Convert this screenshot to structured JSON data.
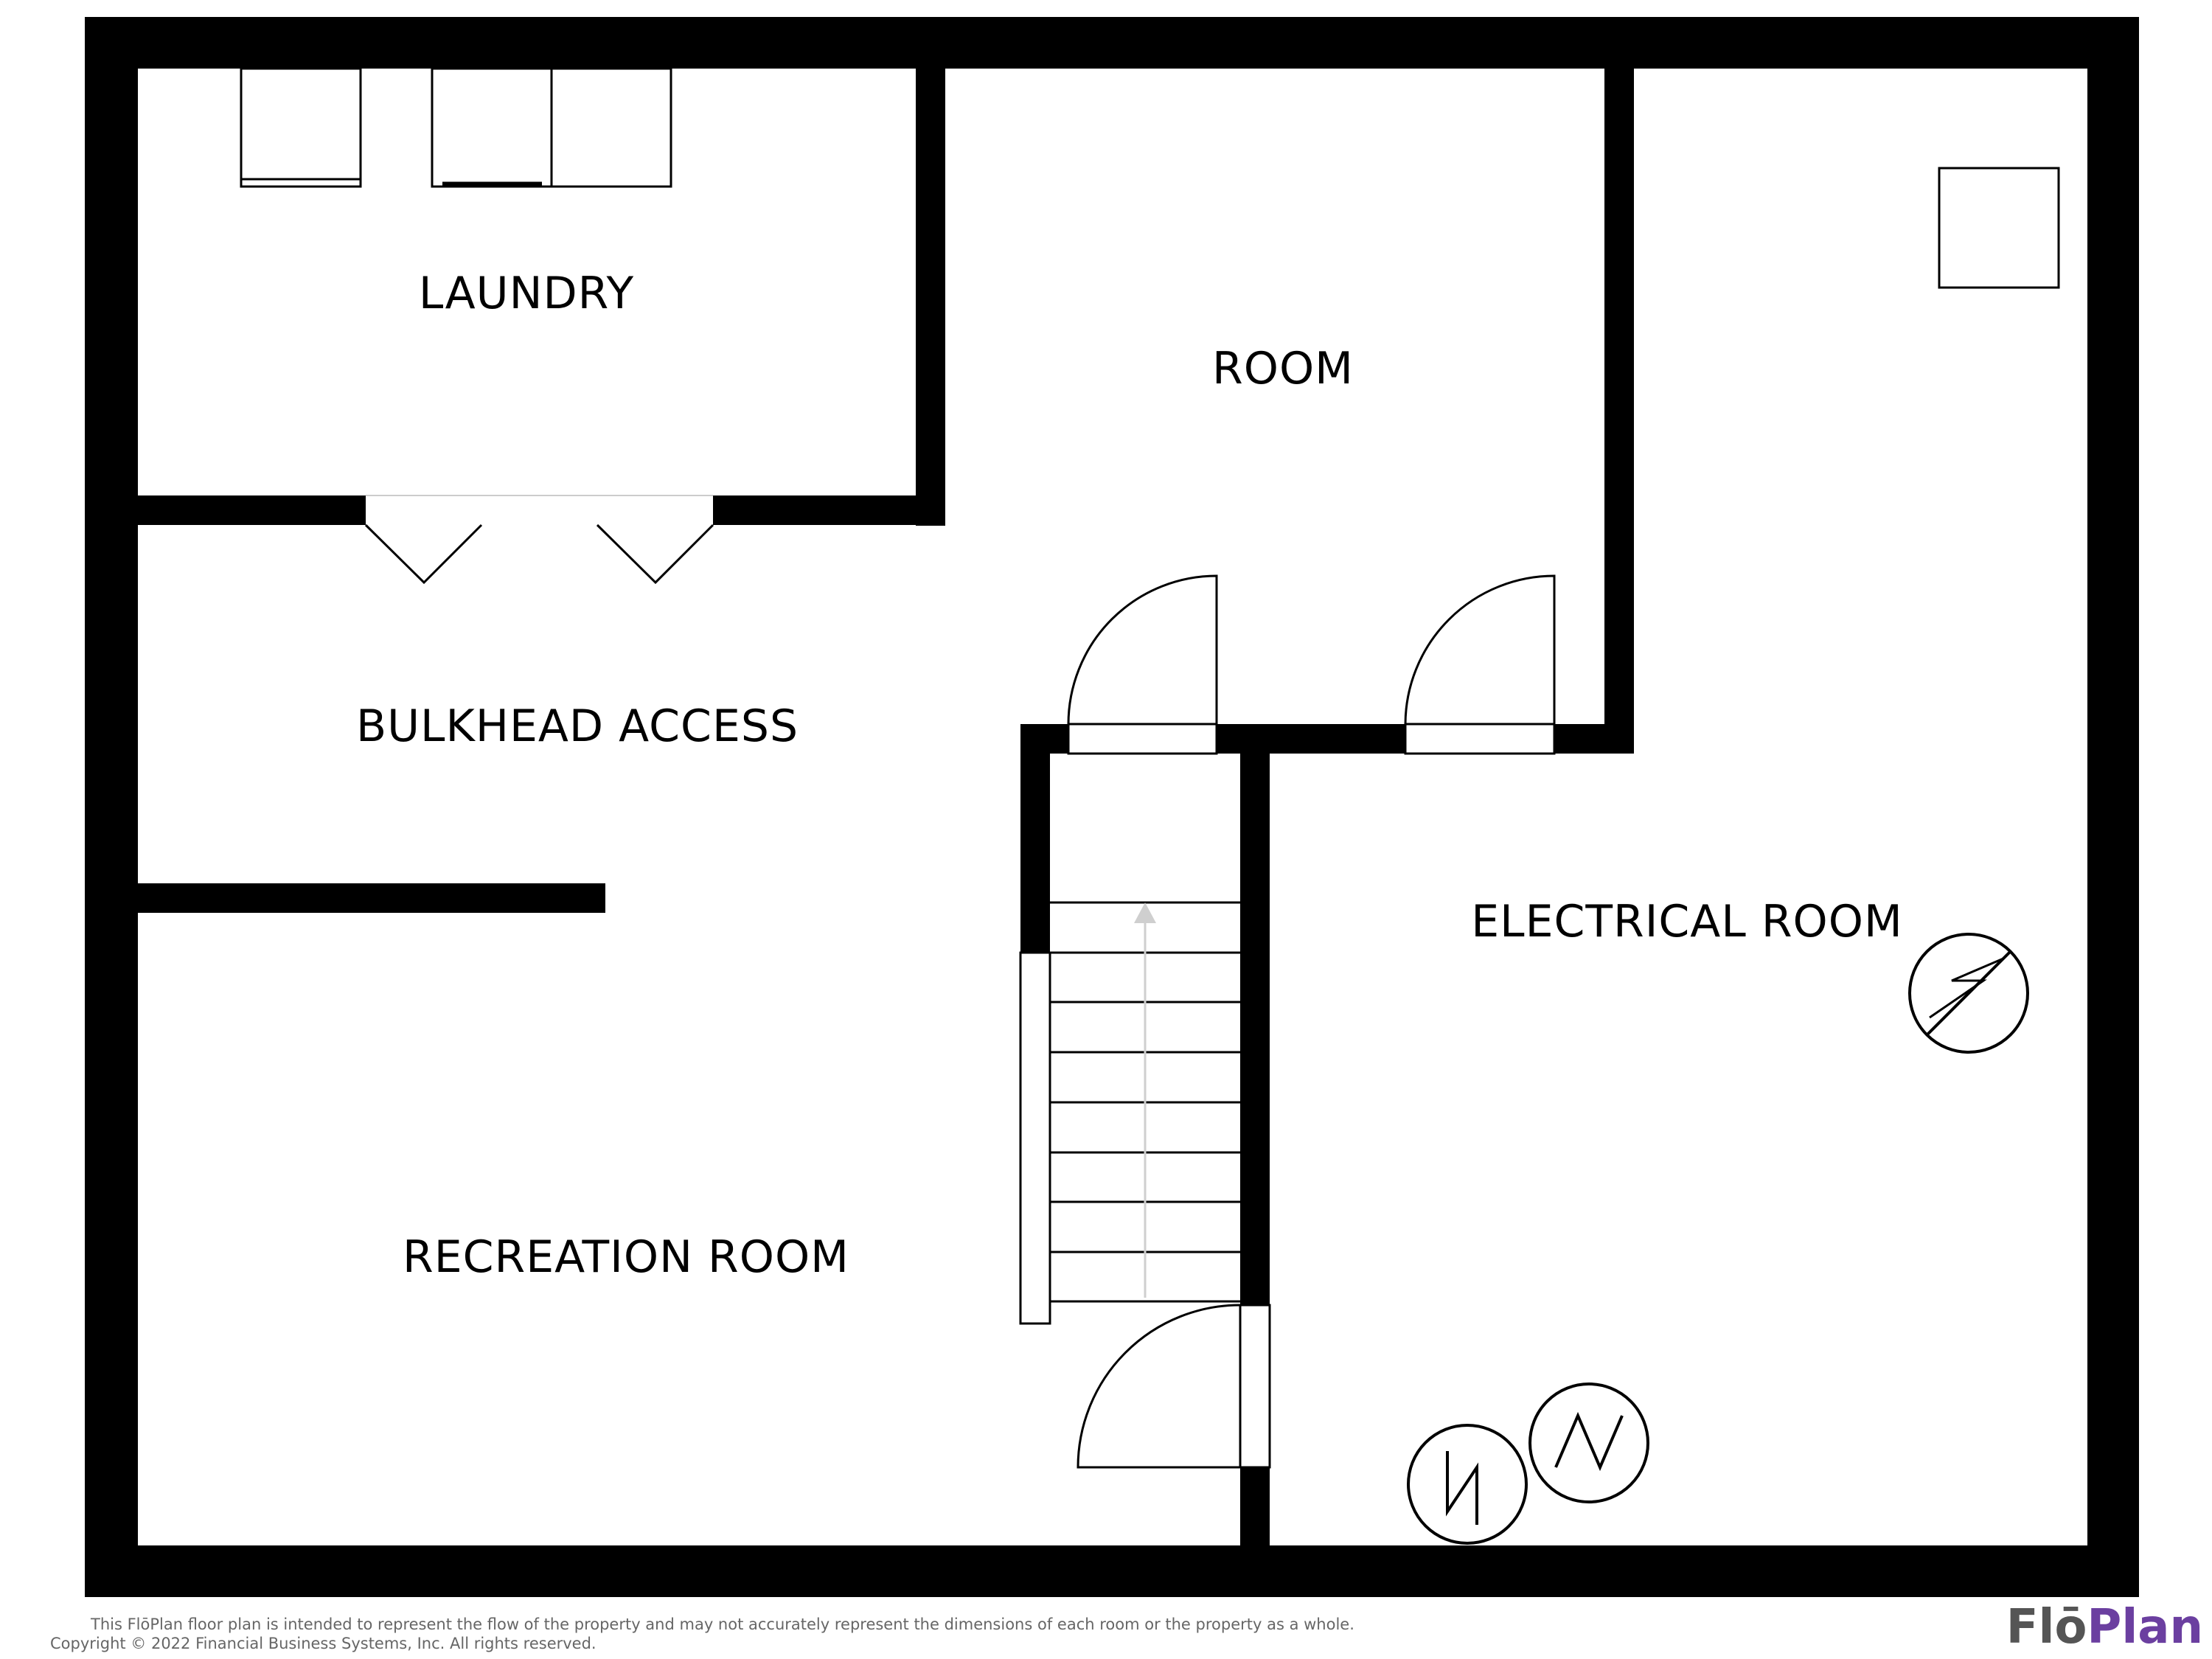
{
  "rooms": {
    "laundry": "LAUNDRY",
    "room": "ROOM",
    "bulkhead": "BULKHEAD ACCESS",
    "electrical": "ELECTRICAL ROOM",
    "recreation": "RECREATION ROOM"
  },
  "footer": {
    "disclaimer": "This FlōPlan floor plan is intended to represent the flow of the property and may not accurately represent the dimensions of each room or the property as a whole.",
    "copyright": "Copyright © 2022 Financial Business Systems, Inc. All rights reserved."
  },
  "logo": {
    "part1": "Flō",
    "part2": "Plan"
  },
  "icons": {
    "appliances": "appliance-icon",
    "electrical_panel": "electrical-panel-icon",
    "water_heater": "water-heater-icon",
    "stairs": "stairs-icon"
  }
}
